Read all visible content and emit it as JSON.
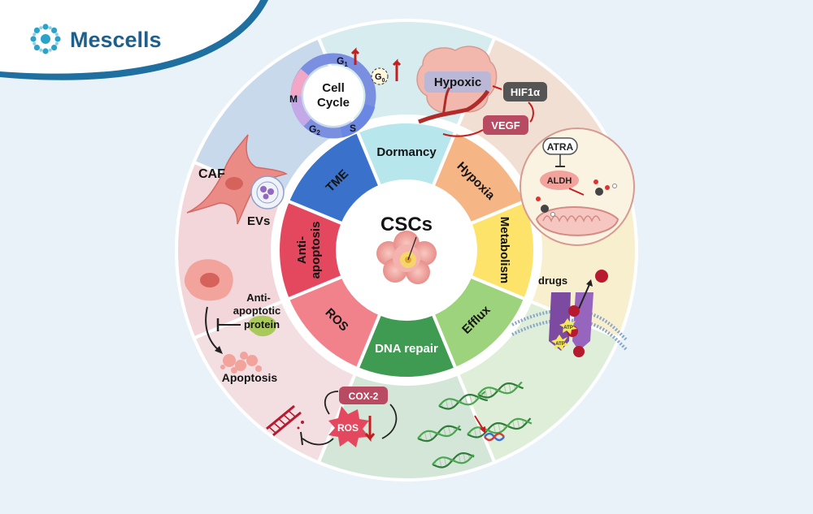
{
  "brand": {
    "name": "Mescells",
    "color": "#1f5f8b",
    "accent": "#2ba3c9"
  },
  "center": {
    "title": "CSCs"
  },
  "inner_ring": [
    {
      "label": "Dormancy",
      "color": "#b7e7ec"
    },
    {
      "label": "Hypoxia",
      "color": "#f6b585"
    },
    {
      "label": "Metabolism",
      "color": "#fde36a"
    },
    {
      "label": "Efflux",
      "color": "#9dd37c"
    },
    {
      "label": "DNA repair",
      "color": "#3f9a52"
    },
    {
      "label": "ROS",
      "color": "#f1828c"
    },
    {
      "label": "Anti-\napoptosis",
      "color": "#e4485f"
    },
    {
      "label": "TME",
      "color": "#3a71cb"
    }
  ],
  "outer_ring": [
    {
      "key": "cell-cycle",
      "color": "#d6ecef"
    },
    {
      "key": "hypoxia",
      "color": "#f2dfd3"
    },
    {
      "key": "metabolism",
      "color": "#f8efcf"
    },
    {
      "key": "efflux",
      "color": "#deeed8"
    },
    {
      "key": "dna-repair",
      "color": "#d4e6d7"
    },
    {
      "key": "ros",
      "color": "#f3dee2"
    },
    {
      "key": "apoptosis",
      "color": "#f3d6da"
    },
    {
      "key": "tme",
      "color": "#c8d9ec"
    }
  ],
  "panels": {
    "cell_cycle": {
      "title1": "Cell",
      "title2": "Cycle",
      "g1": "G",
      "g1_sub": "1",
      "g0": "G",
      "g0_sub": "0",
      "g2": "G",
      "g2_sub": "2",
      "m": "M",
      "s": "S"
    },
    "hypoxia": {
      "hypoxic": "Hypoxic",
      "hif": "HIF1α",
      "vegf": "VEGF"
    },
    "metabolism": {
      "atra": "ATRA",
      "aldh": "ALDH"
    },
    "efflux": {
      "drugs": "drugs",
      "atp1": "ATP",
      "atp2": "ATP"
    },
    "ros": {
      "cox2": "COX-2",
      "ros": "ROS"
    },
    "apoptosis": {
      "anti1": "Anti-",
      "anti2": "apoptotic",
      "anti3": "protein",
      "apoptosis": "Apoptosis"
    },
    "tme": {
      "caf": "CAF",
      "evs": "EVs"
    }
  }
}
